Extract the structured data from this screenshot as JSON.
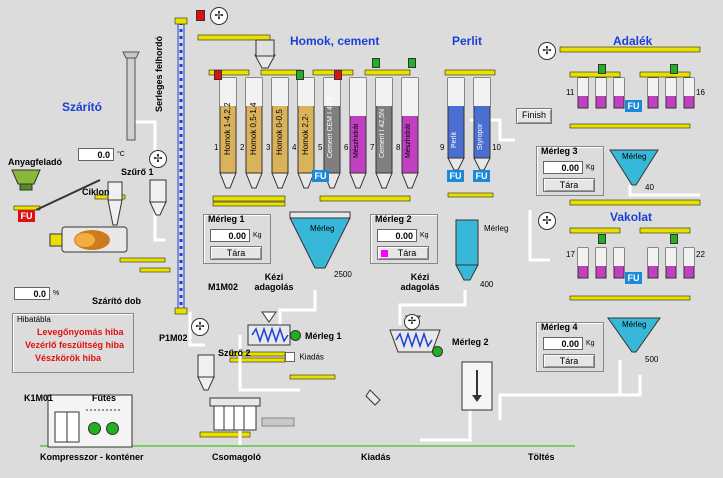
{
  "sections": {
    "szarito": "Szárító",
    "homok_cement": "Homok, cement",
    "perlit": "Perlit",
    "adalek": "Adalék",
    "vakolat": "Vakolat",
    "serleges": "Serleges felhordó"
  },
  "labels": {
    "anyagfelado": "Anyagfeladó",
    "ciklon": "Ciklon",
    "szuro1": "Szűrő 1",
    "szuro2": "Szűrő 2",
    "szarito_dob": "Szárító dob",
    "m1m02": "M1M02",
    "p1m02": "P1M02",
    "kezi_adagolas": "Kézi adagolás",
    "kiadas": "Kiadás",
    "k1m01": "K1M01",
    "futes": "Fűtés",
    "kompresszor": "Kompresszor - konténer",
    "csomagolo": "Csomagoló",
    "kiadas_bottom": "Kiadás",
    "toltes": "Töltés",
    "merleg1_mixer": "Mérleg 1",
    "merleg2_mixer": "Mérleg 2",
    "merleg_hopper": "Mérleg",
    "finish": "Finish",
    "fu": "FU"
  },
  "readouts": {
    "temperature": {
      "value": "0.0",
      "unit": "°C"
    },
    "drum_percent": {
      "value": "0.0",
      "unit": "%"
    }
  },
  "scales": [
    {
      "title": "Mérleg 1",
      "value": "0.00",
      "unit": "Kg",
      "button": "Tára"
    },
    {
      "title": "Mérleg 2",
      "value": "0.00",
      "unit": "Kg",
      "button": "Tára"
    },
    {
      "title": "Mérleg 3",
      "value": "0.00",
      "unit": "Kg",
      "button": "Tára"
    },
    {
      "title": "Mérleg 4",
      "value": "0.00",
      "unit": "Kg",
      "button": "Tára"
    }
  ],
  "silos": [
    {
      "name": "Homok 1-4,2,2",
      "num": "1"
    },
    {
      "name": "Homok 0,5-1,4",
      "num": "2"
    },
    {
      "name": "Homok 0-0,5",
      "num": "3"
    },
    {
      "name": "Homok 2,2-",
      "num": "4"
    },
    {
      "name": "Cement CEM I 42,5",
      "num": "5"
    },
    {
      "name": "Mészhidrát",
      "num": "6"
    },
    {
      "name": "Cement I 42,5N",
      "num": "7"
    },
    {
      "name": "Mészhidrát",
      "num": "8"
    },
    {
      "name": "Perlit",
      "num": "9"
    },
    {
      "name": "Styropor",
      "num": "10"
    }
  ],
  "hopper_values": {
    "main": "2500",
    "perlit": "400",
    "adalek": "40",
    "vakolat": "500"
  },
  "bin_numbers": {
    "adalek_left": "11",
    "adalek_right": "16",
    "vakolat_left": "17",
    "vakolat_right": "22"
  },
  "alarms": {
    "title": "Hibatábla",
    "items": [
      "Levegőnyomás hiba",
      "Vezérlő feszültség hiba",
      "Vészkörök hiba"
    ]
  },
  "colors": {
    "background": "#dcdcdc",
    "title_blue": "#1a3fd6",
    "sand": "#d9b25a",
    "cement": "#7f7f7f",
    "lime": "#c040c0",
    "perlit": "#4a6fd0",
    "conveyor": "#e8e000",
    "alarm_red": "#e01010",
    "ok_green": "#20b020"
  }
}
